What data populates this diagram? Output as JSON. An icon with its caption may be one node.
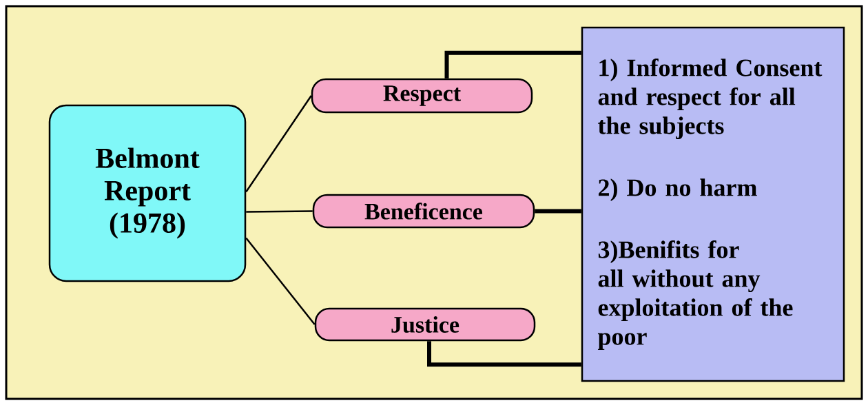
{
  "diagram": {
    "nodes": [
      {
        "text": [
          "Belmont Report (1978)"
        ]
      },
      {
        "text": [
          "Respect"
        ]
      },
      {
        "text": [
          "Beneficence"
        ]
      },
      {
        "text": [
          "Justice"
        ]
      },
      {
        "text": [
          "1) Informed Consent and respect for all the subjects",
          "2) Do no harm",
          "3)Benifits for all without any exploitation of the poor"
        ]
      }
    ],
    "edges": [
      {
        "from": 0,
        "to": 1,
        "arrow": "none"
      },
      {
        "from": 0,
        "to": 2,
        "arrow": "none"
      },
      {
        "from": 0,
        "to": 3,
        "arrow": "none"
      },
      {
        "from": 1,
        "to": 4,
        "arrow": "none",
        "style": "thick"
      },
      {
        "from": 2,
        "to": 4,
        "arrow": "none",
        "style": "thick"
      },
      {
        "from": 3,
        "to": 4,
        "arrow": "none",
        "style": "thick"
      }
    ]
  }
}
